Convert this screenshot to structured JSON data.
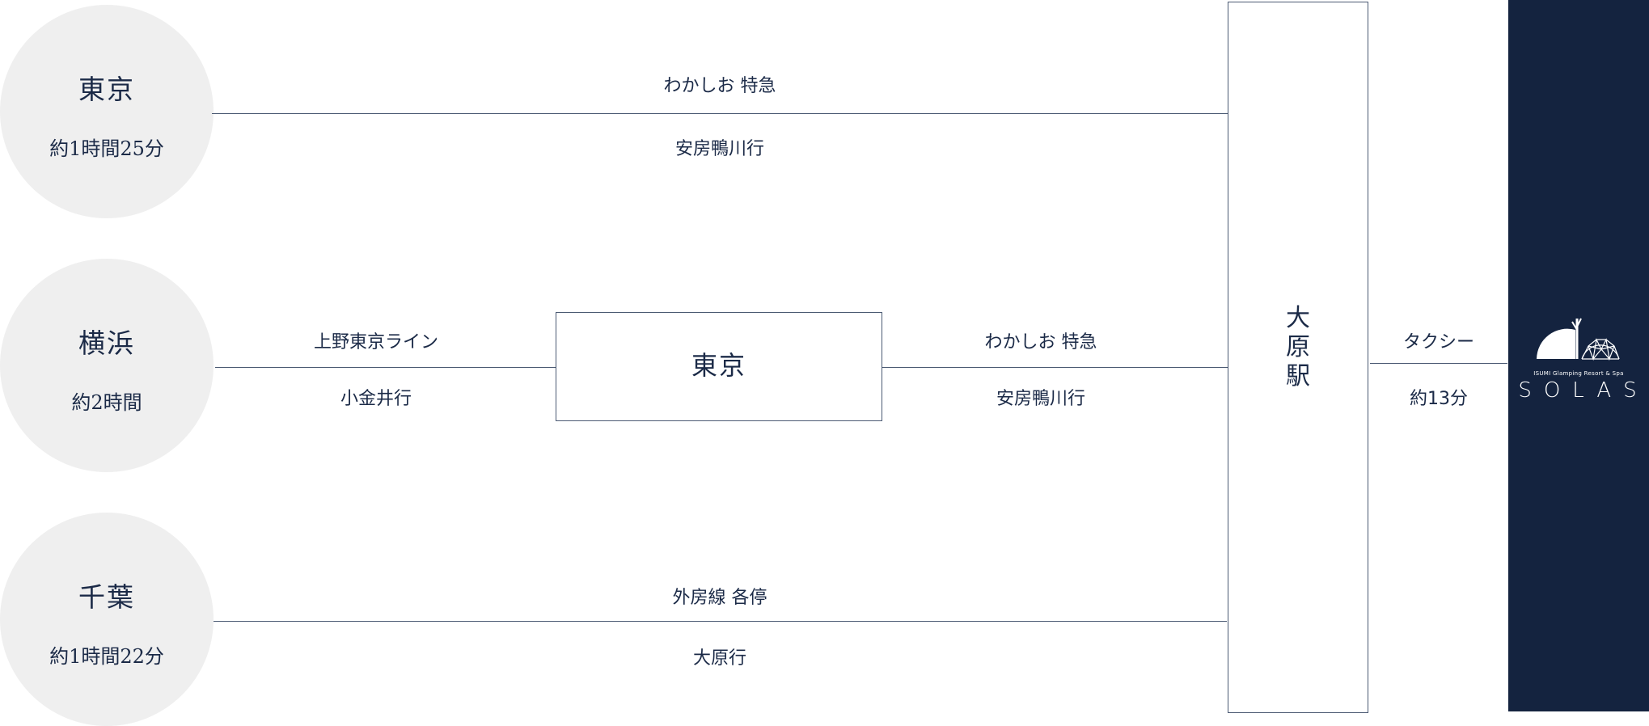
{
  "origins": [
    {
      "city": "東京",
      "time": "約1時間25分"
    },
    {
      "city": "横浜",
      "time": "約2時間"
    },
    {
      "city": "千葉",
      "time": "約1時間22分"
    }
  ],
  "routes": {
    "tokyo": {
      "line": "わかしお 特急",
      "dest": "安房鴨川行"
    },
    "yokohama_leg1": {
      "line": "上野東京ライン",
      "dest": "小金井行"
    },
    "yokohama_leg2": {
      "line": "わかしお 特急",
      "dest": "安房鴨川行"
    },
    "chiba": {
      "line": "外房線 各停",
      "dest": "大原行"
    }
  },
  "transfer": {
    "name": "東京"
  },
  "station": {
    "chars": [
      "大",
      "原",
      "駅"
    ]
  },
  "final_leg": {
    "mode": "タクシー",
    "time": "約13分"
  },
  "destination": {
    "logo_sub": "ISUMI Glamping Resort & Spa",
    "logo_main": "SOLAS",
    "bg_color": "#14233f"
  },
  "colors": {
    "text": "#1b2a47",
    "line": "#4b5a73",
    "circle": "#efefef"
  }
}
